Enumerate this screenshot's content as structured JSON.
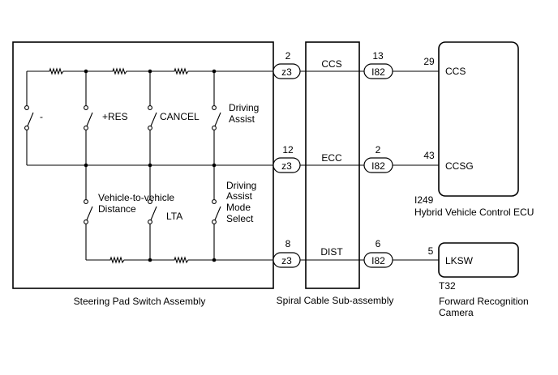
{
  "components": {
    "steering_pad": "Steering Pad Switch Assembly",
    "spiral_cable": "Spiral Cable Sub-assembly",
    "ecu_id": "I249",
    "ecu_name": "Hybrid Vehicle Control ECU",
    "camera_id": "T32",
    "camera_name_1": "Forward Recognition",
    "camera_name_2": "Camera"
  },
  "switches": {
    "minus": "-",
    "res": "+RES",
    "cancel": "CANCEL",
    "driving_assist_1": "Driving",
    "driving_assist_2": "Assist",
    "vehicle_distance_1": "Vehicle-to-vehicle",
    "vehicle_distance_2": "Distance",
    "lta": "LTA",
    "mode_select_1": "Driving",
    "mode_select_2": "Assist",
    "mode_select_3": "Mode",
    "mode_select_4": "Select"
  },
  "circuits": [
    {
      "z3_pin": "2",
      "spiral_signal": "CCS",
      "i82_pin": "13",
      "dest_pin": "29",
      "dest_terminal": "CCS"
    },
    {
      "z3_pin": "12",
      "spiral_signal": "ECC",
      "i82_pin": "2",
      "dest_pin": "43",
      "dest_terminal": "CCSG"
    },
    {
      "z3_pin": "8",
      "spiral_signal": "DIST",
      "i82_pin": "6",
      "dest_pin": "5",
      "dest_terminal": "LKSW"
    }
  ],
  "connectors": {
    "z3": "z3",
    "i82": "I82"
  }
}
